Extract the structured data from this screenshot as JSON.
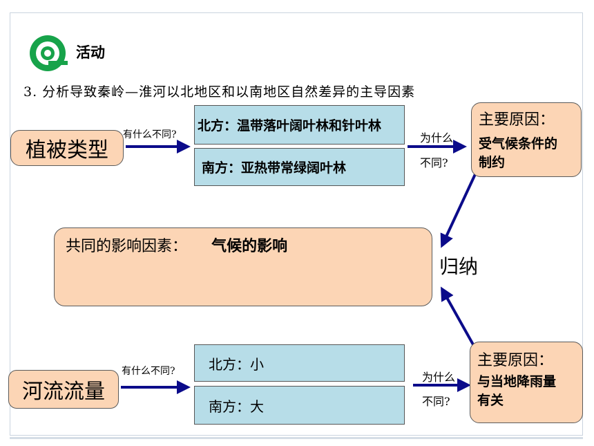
{
  "header": {
    "activity_label": "活动"
  },
  "task": "3. 分析导致秦岭—淮河以北地区和以南地区自然差异的主导因素",
  "vegetation": {
    "label": "植被类型",
    "question": "有什么不同?",
    "north": "北方：温带落叶阔叶林和针叶林",
    "south": "南方：亚热带常绿阔叶林",
    "why_line1": "为什么",
    "why_line2": "不同?",
    "reason_title": "主要原因：",
    "reason_line1": "受气候条件的",
    "reason_line2": "制约"
  },
  "common": {
    "label": "共同的影响因素：",
    "value": "气候的影响",
    "summarize": "归纳"
  },
  "river": {
    "label": "河流流量",
    "question": "有什么不同?",
    "north": "北方：小",
    "south": "南方：大",
    "why_line1": "为什么",
    "why_line2": "不同?",
    "reason_title": "主要原因：",
    "reason_line1": "与当地降雨量",
    "reason_line2": "有关"
  },
  "colors": {
    "orange_fill": "#fcd5b5",
    "teal_fill": "#b7dde8",
    "arrow": "#0b0b8a",
    "logo_green": "#17a34a"
  }
}
